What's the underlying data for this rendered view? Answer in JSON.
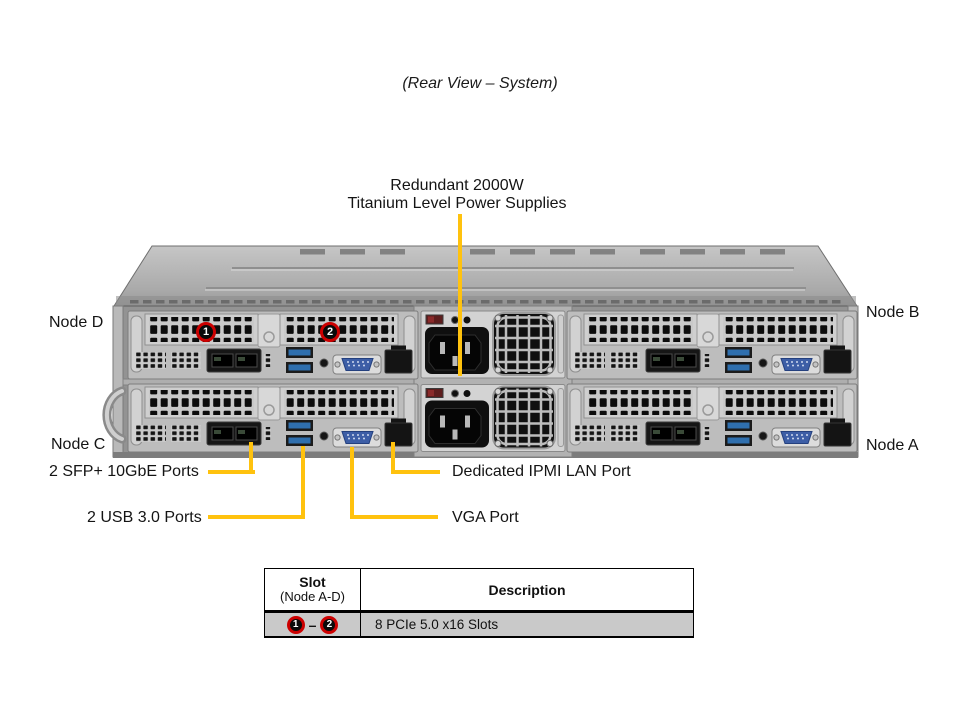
{
  "title": "(Rear View – System)",
  "psu_callout": {
    "line1": "Redundant 2000W",
    "line2": "Titanium Level Power Supplies"
  },
  "node_labels": {
    "d": "Node D",
    "b": "Node B",
    "c": "Node C",
    "a": "Node A"
  },
  "port_callouts": {
    "sfp": "2 SFP+ 10GbE Ports",
    "ipmi": "Dedicated IPMI  LAN Port",
    "usb": "2 USB 3.0 Ports",
    "vga": "VGA Port"
  },
  "slot_badges": {
    "one": "1",
    "two": "2",
    "separator": "–"
  },
  "table": {
    "header": {
      "slot_title": "Slot",
      "slot_subtitle": "(Node A-D)",
      "description": "Description"
    },
    "rows": [
      {
        "slot_range": [
          "1",
          "2"
        ],
        "description": "8 PCIe 5.0 x16 Slots"
      }
    ]
  },
  "colors": {
    "callout_yellow": "#FFC20E",
    "badge_ring_red": "#CC0000",
    "badge_fill": "#0A0A0A",
    "usb_blue": "#2F6FAE",
    "vga_blue": "#3D5EA6",
    "table_row_gray": "#C9C9C9",
    "chassis_gray": "#939393"
  }
}
